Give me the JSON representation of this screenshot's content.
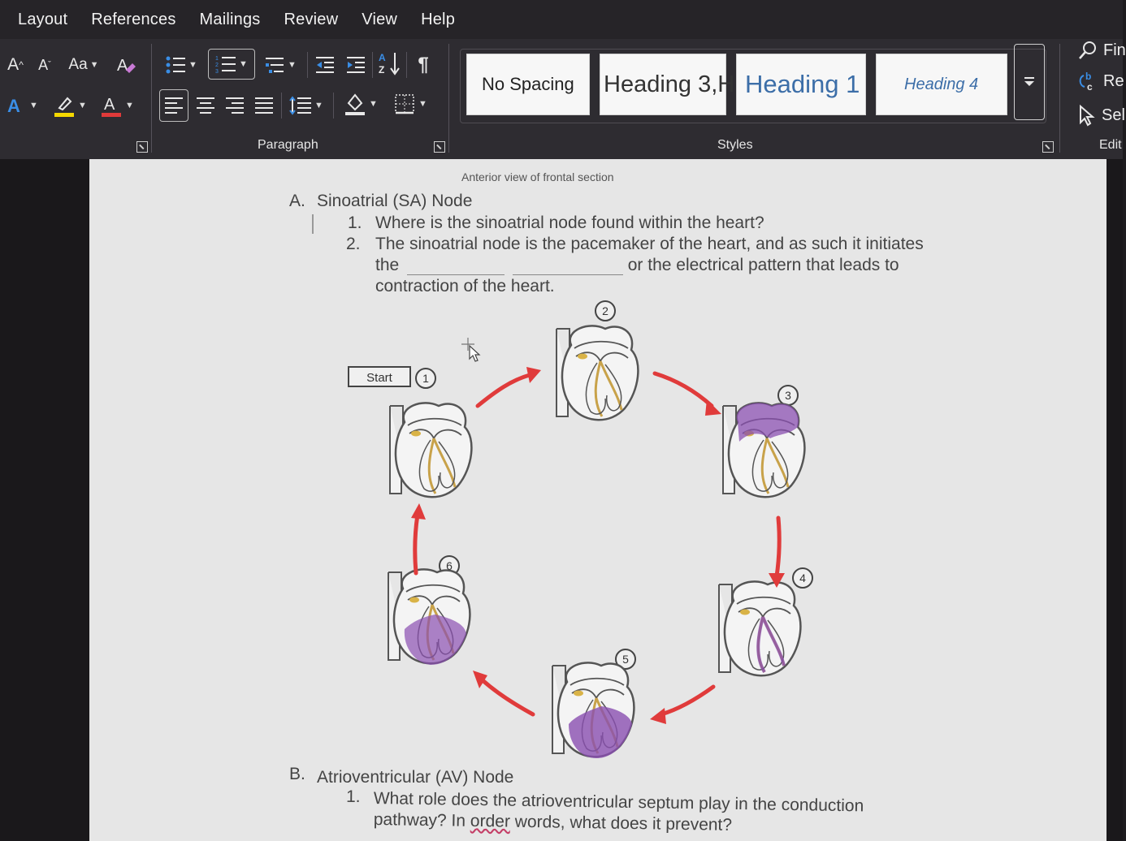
{
  "menu": [
    "Layout",
    "References",
    "Mailings",
    "Review",
    "View",
    "Help"
  ],
  "ribbon": {
    "font": {
      "grow_font": "A",
      "shrink_font": "A",
      "change_case": "Aa",
      "font_color_letter": "A",
      "highlight_color": "#f5d800",
      "font_color": "#e03a3a",
      "text_effects_color": "#3a8ee6"
    },
    "paragraph": {
      "label": "Paragraph",
      "sort_letters": "A Z",
      "pilcrow": "¶"
    },
    "styles": {
      "label": "Styles",
      "items": [
        "No Spacing",
        "Heading 3,H",
        "Heading 1",
        "Heading 4"
      ],
      "heading_color": "#3c6ea8"
    },
    "editing": {
      "label": "Edit",
      "find": "Fin",
      "replace": "Re",
      "select": "Sel"
    }
  },
  "document": {
    "caption": "Anterior view of frontal section",
    "section_a": {
      "letter": "A.",
      "title": "Sinoatrial (SA) Node",
      "q1_num": "1.",
      "q1": "Where is the sinoatrial node found within the heart?",
      "q2_num": "2.",
      "q2_line1": "The sinoatrial node is the pacemaker of the heart, and as such it initiates",
      "q2_the": "the",
      "q2_line2_end": "or the electrical pattern that leads to",
      "q2_line3": "contraction of the heart."
    },
    "diagram": {
      "start_label": "Start",
      "steps": [
        "1",
        "2",
        "3",
        "4",
        "5",
        "6"
      ],
      "arrow_color": "#e03b3b",
      "depolarized_color": "#8a4fb0",
      "conduction_color": "#c8a24a"
    },
    "section_b": {
      "letter": "B.",
      "title": "Atrioventricular (AV) Node",
      "q1_num": "1.",
      "q1_line1": "What role does the atrioventricular septum play in the conduction",
      "q1_line2_a": "pathway? In",
      "q1_line2_b": "order",
      "q1_line2_c": "words, what does it prevent?"
    }
  }
}
